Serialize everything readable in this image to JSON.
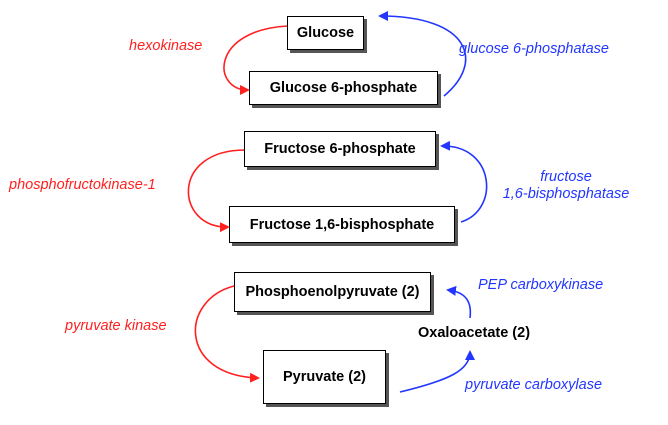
{
  "colors": {
    "forward": "#ff2020",
    "reverse": "#2236ff",
    "box_border": "#000000",
    "box_shadow": "#555555"
  },
  "metabolites": {
    "glucose": "Glucose",
    "glucose_6_phosphate": "Glucose 6-phosphate",
    "fructose_6_phosphate": "Fructose 6-phosphate",
    "fructose_1_6_bisphosphate": "Fructose 1,6-bisphosphate",
    "phosphoenolpyruvate": "Phosphoenolpyruvate (2)",
    "pyruvate": "Pyruvate (2)",
    "oxaloacetate": "Oxaloacetate (2)"
  },
  "enzymes": {
    "hexokinase": "hexokinase",
    "glucose_6_phosphatase": "glucose 6-phosphatase",
    "phosphofructokinase_1": "phosphofructokinase-1",
    "fructose_bisphosphatase_line1": "fructose",
    "fructose_bisphosphatase_line2": "1,6-bisphosphatase",
    "pyruvate_kinase": "pyruvate kinase",
    "pep_carboxykinase": "PEP carboxykinase",
    "pyruvate_carboxylase": "pyruvate carboxylase"
  }
}
